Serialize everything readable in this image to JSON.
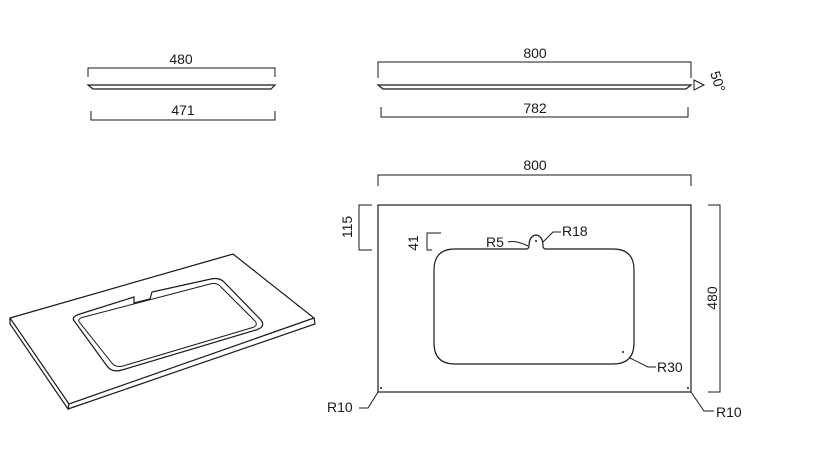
{
  "colors": {
    "line": "#1a1a1a",
    "background": "#ffffff"
  },
  "views": {
    "side_short": {
      "top_dim": "480",
      "bottom_dim": "471"
    },
    "side_long": {
      "top_dim": "800",
      "bottom_dim": "782",
      "angle": "50°"
    },
    "plan": {
      "width_dim": "800",
      "depth_dim": "480",
      "offset_dim": "115",
      "notch_depth_dim": "41",
      "notch_left_radius": "R5",
      "notch_radius": "R18",
      "bowl_radius": "R30",
      "corner_left_radius": "R10",
      "corner_right_radius": "R10"
    }
  }
}
